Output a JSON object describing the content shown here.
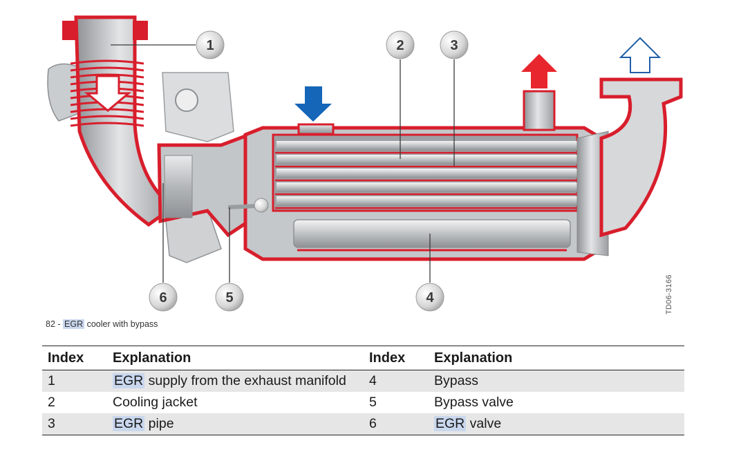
{
  "figure": {
    "callouts": [
      "1",
      "2",
      "3",
      "4",
      "5",
      "6"
    ],
    "side_code": "TD06-3166"
  },
  "caption": {
    "prefix": "82 - ",
    "highlight": "EGR",
    "rest": " cooler with bypass"
  },
  "table": {
    "headers": [
      "Index",
      "Explanation",
      "Index",
      "Explanation"
    ],
    "rows": [
      {
        "idx1": "1",
        "hl1": "EGR",
        "exp1": " supply from the exhaust manifold",
        "idx2": "4",
        "hl2": "",
        "exp2": "Bypass"
      },
      {
        "idx1": "2",
        "hl1": "",
        "exp1": "Cooling jacket",
        "idx2": "5",
        "hl2": "",
        "exp2": "Bypass valve"
      },
      {
        "idx1": "3",
        "hl1": "EGR",
        "exp1": " pipe",
        "idx2": "6",
        "hl2": "EGR",
        "exp2": " valve"
      }
    ]
  },
  "colors": {
    "section_red": "#d81e2c",
    "metal_grey": "#b9bcbf",
    "coolant_in_arrow": "#1565b8",
    "coolant_out_arrow": "#e8262d",
    "exhaust_out_arrow": "#1f5ea8"
  }
}
